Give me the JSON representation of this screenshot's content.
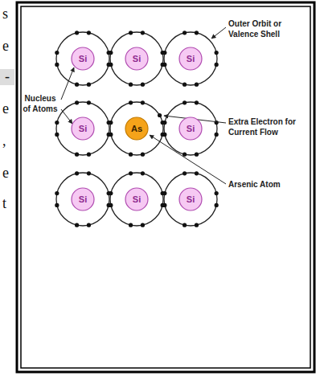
{
  "diagram": {
    "nodes": [
      {
        "text": [
          "Si"
        ]
      },
      {
        "text": [
          "Si"
        ]
      },
      {
        "text": [
          "Si"
        ]
      },
      {
        "text": [
          "Si"
        ]
      },
      {
        "text": [
          "As"
        ]
      },
      {
        "text": [
          "Si"
        ]
      },
      {
        "text": [
          "Si"
        ]
      },
      {
        "text": [
          "Si"
        ]
      },
      {
        "text": [
          "Si"
        ]
      }
    ],
    "labels": [
      "s",
      "e",
      "-",
      "e",
      ",",
      "e",
      "t",
      "Outer Orbit or Valence Shell",
      "Nucleus of Atoms",
      "Extra Electron for Current Flow",
      "Arsenic Atom"
    ]
  }
}
